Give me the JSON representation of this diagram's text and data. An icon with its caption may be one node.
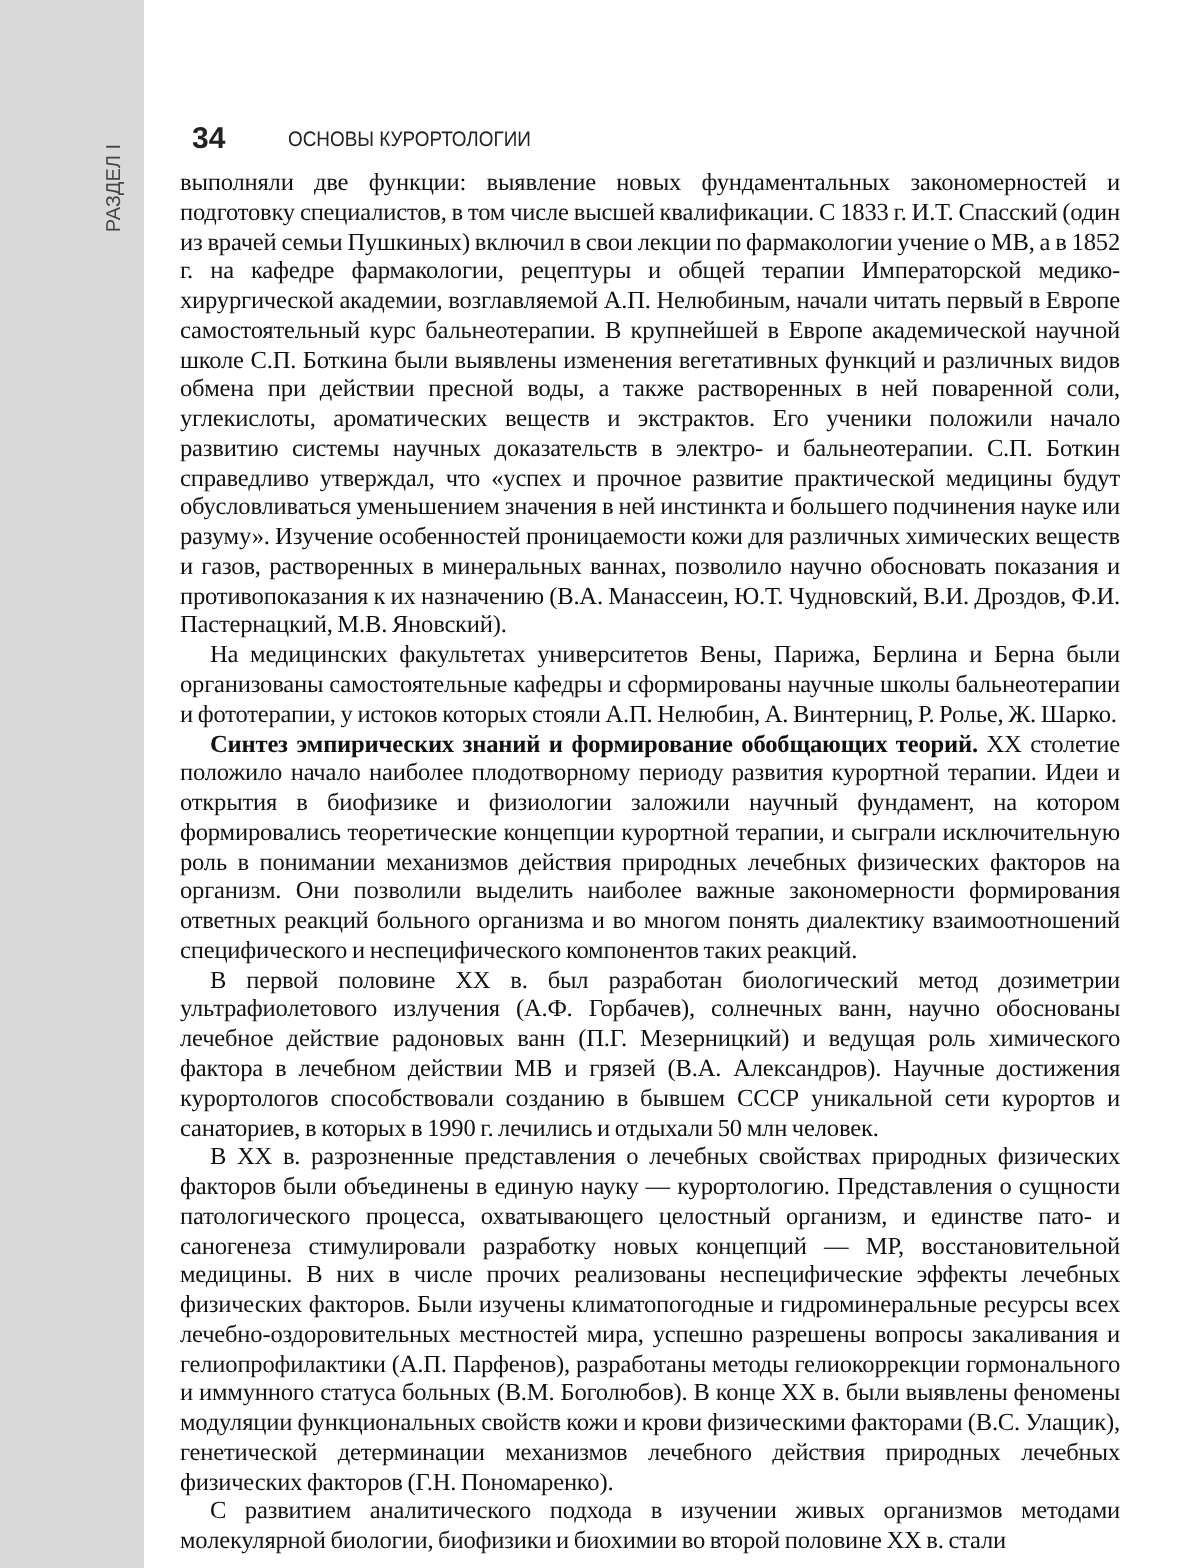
{
  "diagram": {
    "labels": [
      "РАЗДЕЛ I",
      "34",
      "ОСНОВЫ КУРОРТОЛОГИИ",
      "выполняли две функции: выявление новых фундаментальных закономерностей и подготовку специалистов, в том числе высшей квалификации. С 1833 г. И.Т. Спасский (один из врачей семьи Пушкиных) включил в свои лекции по фармакологии учение о МВ, а в 1852 г. на кафедре фармакологии, рецептуры и общей терапии Императорской медико-хирургической академии, возглавляемой А.П. Нелюбиным, начали читать первый в Европе самостоятельный курс бальнеотерапии. В крупнейшей в Европе академической научной школе С.П. Боткина были выявлены изменения вегетативных функций и различных видов обмена при действии пресной воды, а также растворенных в ней поваренной соли, углекислоты, ароматических веществ и экстрактов. Его ученики положили начало развитию системы научных доказательств в электро- и бальнеотерапии. С.П. Боткин справедливо утверждал, что «успех и прочное развитие практической медицины будут обусловливаться уменьшением значения в ней инстинкта и большего подчинения науке или разуму». Изучение особенностей проницаемости кожи для различных химических веществ и газов, растворенных в минеральных ваннах, позволило научно обосновать показания и противопоказания к их назначению (В.А. Манассеин, Ю.Т. Чудновский, В.И. Дроздов, Ф.И. Пастернацкий, М.В. Яновский).",
      "На медицинских факультетах университетов Вены, Парижа, Берлина и Берна были организованы самостоятельные кафедры и сформированы научные школы бальнеотерапии и фототерапии, у истоков которых стояли А.П. Нелюбин, А. Винтерниц, Р. Ролье, Ж. Шарко.",
      "**Синтез эмпирических знаний и формирование обобщающих теорий.** XX столетие положило начало наиболее плодотворному периоду развития курортной терапии. Идеи и открытия в биофизике и физиологии заложили научный фундамент, на котором формировались теоретические концепции курортной терапии, и сыграли исключительную роль в понимании механизмов действия природных лечебных физических факторов на организм. Они позволили выделить наиболее важные закономерности формирования ответных реакций больного организма и во многом понять диалектику взаимоотношений специфического и неспецифического компонентов таких реакций.",
      "В первой половине XX в. был разработан биологический метод дозиметрии ультрафиолетового излучения (А.Ф. Горбачев), солнечных ванн, научно обоснованы лечебное действие радоновых ванн (П.Г. Мезерницкий) и ведущая роль химического фактора в лечебном действии МВ и грязей (В.А. Александров). Научные достижения курортологов способствовали созданию в бывшем СССР уникальной сети курортов и санаториев, в которых в 1990 г. лечились и отдыхали 50 млн человек.",
      "В XX в. разрозненные представления о лечебных свойствах природных физических факторов были объединены в единую науку — курортологию. Представления о сущности патологического процесса, охватывающего целостный организм, и единстве пато- и саногенеза стимулировали разработку новых концепций — МР, восстановительной медицины. В них в числе прочих реализованы неспецифические эффекты лечебных физических факторов. Были изучены климатопогодные и гидроминеральные ресурсы всех лечебно-оздоровительных местностей мира, успешно разрешены вопросы закаливания и гелиопрофилактики (А.П. Парфенов), разработаны методы гелиокоррекции гормонального и иммунного статуса больных (В.М. Боголюбов). В конце XX в. были выявлены феномены модуляции функциональных свойств кожи и крови физическими факторами (В.С. Улащик), генетической детерминации механизмов лечебного действия природных лечебных физических факторов (Г.Н. Пономаренко).",
      "С развитием аналитического подхода в изучении живых организмов методами молекулярной биологии, биофизики и биохимии во второй половине XX в. стали"
    ]
  }
}
